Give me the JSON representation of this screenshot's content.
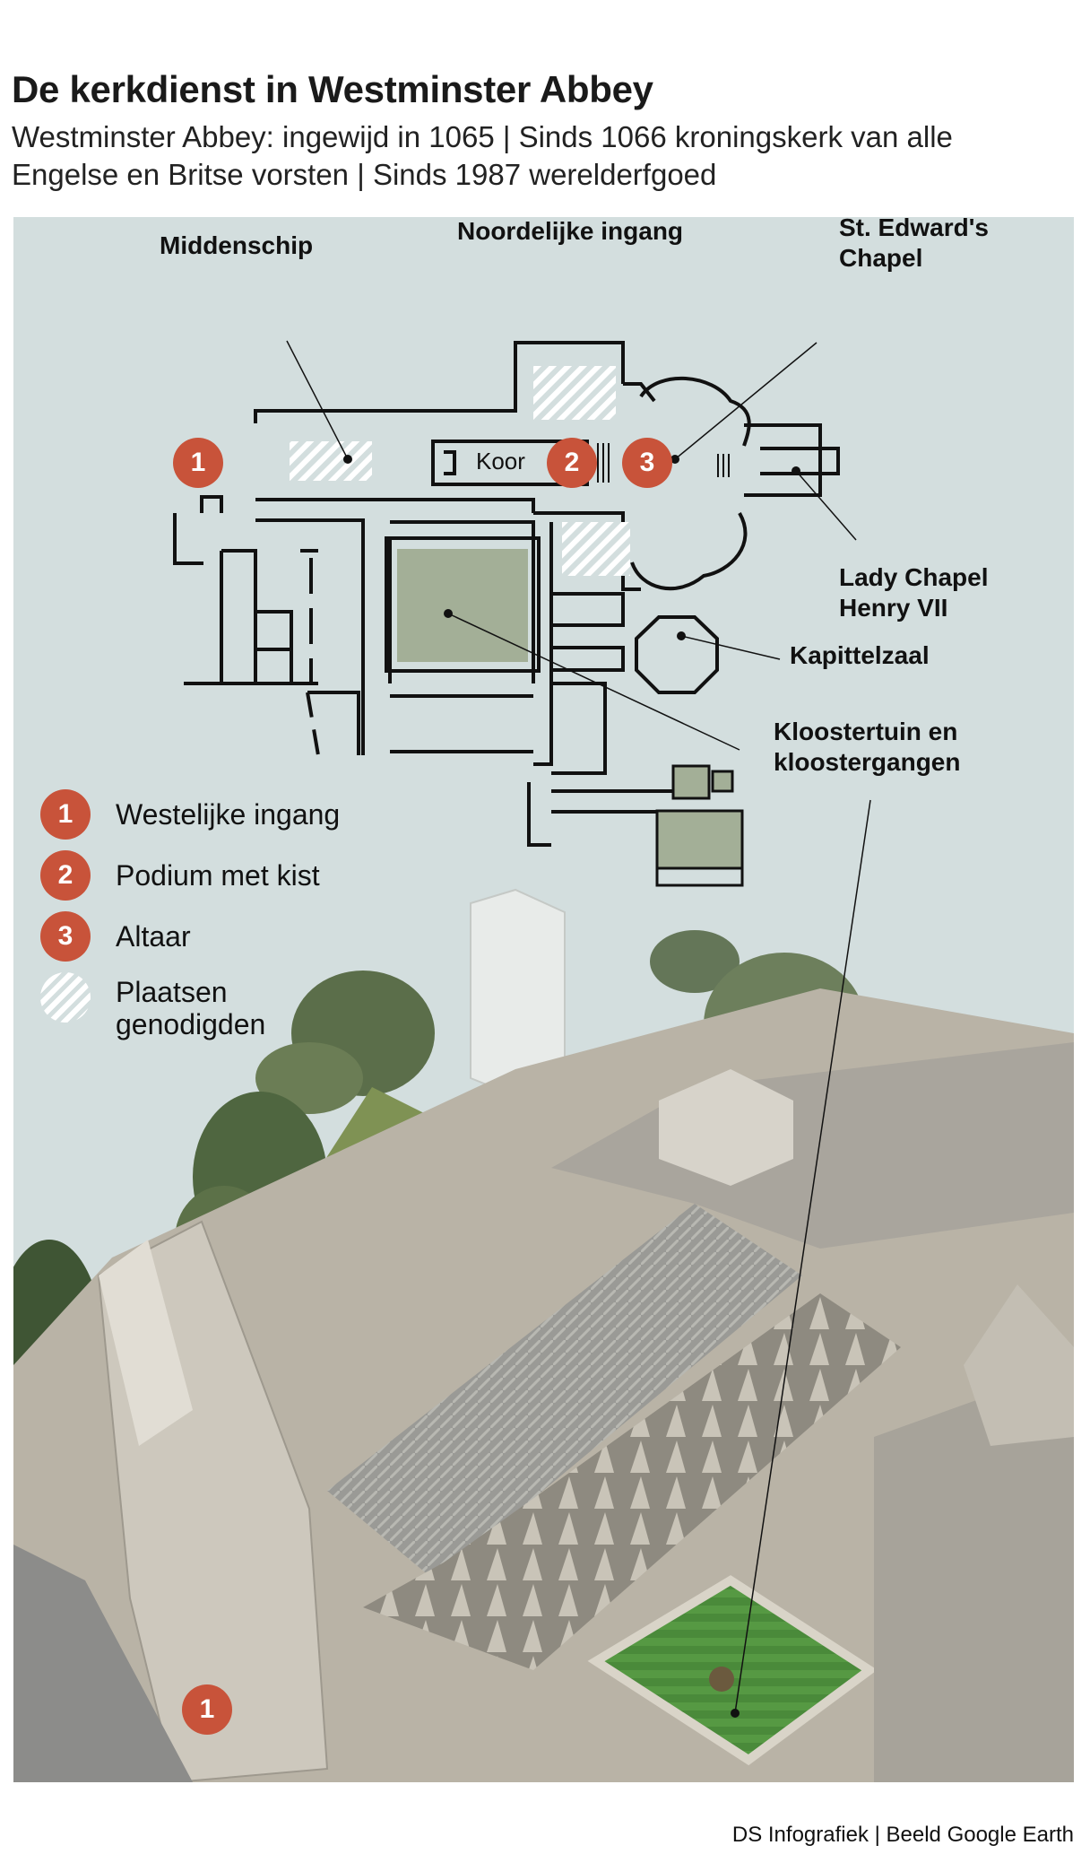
{
  "title": "De kerkdienst in Westminster Abbey",
  "subtitle": "Westminster Abbey: ingewijd in 1065 | Sinds 1066 kroningskerk van alle Engelse en Britse vorsten | Sinds 1987 werelderfgoed",
  "labels": {
    "middenschip": "Middenschip",
    "noordelijke_ingang": "Noordelijke ingang",
    "st_edwards": "St. Edward's Chapel",
    "koor": "Koor",
    "lady_chapel": "Lady Chapel Henry VII",
    "kapittelzaal": "Kapittelzaal",
    "kloostertuin": "Kloostertuin en kloostergangen"
  },
  "markers": [
    "1",
    "2",
    "3"
  ],
  "legend": [
    {
      "number": "1",
      "text": "Westelijke ingang"
    },
    {
      "number": "2",
      "text": "Podium met kist"
    },
    {
      "number": "3",
      "text": "Altaar"
    },
    {
      "number": "",
      "text": "Plaatsen genodigden"
    }
  ],
  "credit": "DS Infografiek | Beeld Google Earth",
  "colors": {
    "background": "#d3dede",
    "marker": "#c8533a",
    "garden": "#a3af97",
    "walls": "#111111"
  }
}
